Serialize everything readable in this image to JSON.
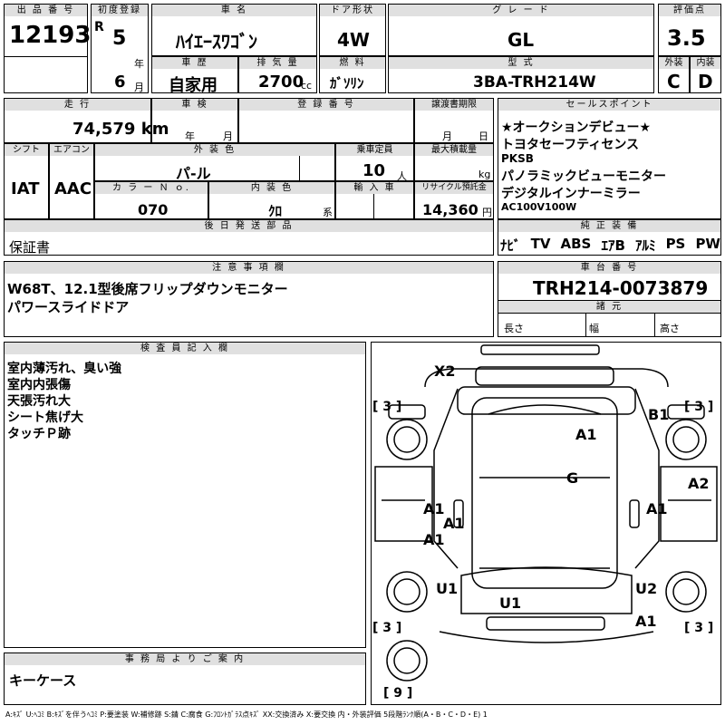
{
  "header": {
    "lot_label": "出 品 番 号",
    "lot_no": "12193",
    "reg_label": "初度登録",
    "reg_r": "R",
    "reg_year": "5",
    "year_unit": "年",
    "reg_month": "6",
    "month_unit": "月",
    "name_label": "車 名",
    "name": "ﾊｲｴｰｽﾜｺﾞﾝ",
    "door_label": "ドア形状",
    "door": "4W",
    "grade_label": "グ レ ー ド",
    "grade": "GL",
    "score_label": "評価点",
    "score": "3.5",
    "history_label": "車 歴",
    "history": "自家用",
    "disp_label": "排 気 量",
    "disp": "2700",
    "disp_unit": "cc",
    "fuel_label": "燃 料",
    "fuel": "ｶﾞｿﾘﾝ",
    "model_label": "型 式",
    "model": "3BA-TRH214W",
    "ext_label": "外装",
    "ext": "C",
    "int_label": "内装",
    "int": "D"
  },
  "row2": {
    "mileage_label": "走 行",
    "mileage": "74,579 km",
    "inspect_label": "車 検",
    "inspect_year_unit": "年",
    "inspect_month_unit": "月",
    "regno_label": "登 録 番 号",
    "transfer_label": "譲渡書期限",
    "transfer_month_unit": "月",
    "transfer_day_unit": "日",
    "shift_label": "シフト",
    "shift": "IAT",
    "ac_label": "エアコン",
    "ac": "AAC",
    "color_label": "外 装 色",
    "color": "パ-ル",
    "cap_label": "乗車定員",
    "cap": "10",
    "cap_unit": "人",
    "load_label": "最大積載量",
    "load_unit": "kg",
    "colorno_label": "カ ラ ー Ｎ ｏ.",
    "colorno": "070",
    "intcolor_label": "内 装 色",
    "intcolor": "ｸﾛ",
    "intcolor_unit": "系",
    "import_label": "輸 入 車",
    "recycle_label": "リサイクル預託金",
    "recycle": "14,360",
    "recycle_unit": "円",
    "later_label": "後 日 発 送 部 品",
    "later": "保証書"
  },
  "sales": {
    "label": "セールスポイント",
    "lines": [
      "★オークションデビュー★",
      "トヨタセーフティセンス",
      "PKSB",
      "パノラミックビューモニター",
      "デジタルインナーミラー",
      "AC100V100W"
    ]
  },
  "equipment": {
    "label": "純 正 装 備",
    "items": [
      "ﾅﾋﾞ",
      "TV",
      "ABS",
      "ｴｱB",
      "ｱﾙﾐ",
      "PS",
      "PW"
    ]
  },
  "notes": {
    "label": "注 意 事 項 欄",
    "lines": [
      "W68T、12.1型後席フリップダウンモニター",
      "パワースライドドア"
    ]
  },
  "chassis": {
    "label": "車 台 番 号",
    "value": "TRH214-0073879",
    "spec_label": "諸 元",
    "len": "長さ",
    "wid": "幅",
    "hei": "高さ"
  },
  "inspector": {
    "label": "検 査 員 記 入 欄",
    "lines": [
      "室内薄汚れ、臭い強",
      "室内内張傷",
      "天張汚れ大",
      "シート焦げ大",
      "タッチＰ跡"
    ]
  },
  "office": {
    "label": "事 務 局 よ り ご 案 内",
    "text": "キーケース"
  },
  "diagram": {
    "tire_tl": "[ 3 ]",
    "tire_tr": "[ 3 ]",
    "tire_bl": "[ 3 ]",
    "tire_br": "[ 3 ]",
    "spare": "[ 9 ]",
    "marks": [
      "X2",
      "B1",
      "A1",
      "G",
      "A2",
      "A1",
      "A1",
      "A1",
      "A1",
      "U1",
      "U1",
      "U2",
      "A1"
    ]
  },
  "legend": "A:ｷｽﾞ U:ﾍｺﾐ B:ｷｽﾞを伴うﾍｺﾐ P:要塗装 W:補修跡 S:錆 C:腐食 G:ﾌﾛﾝﾄｶﾞﾗｽ点ｷｽﾞ XX:交換済み X:要交換  内・外装評価  5段階ﾗﾝｸ順(A・B・C・D・E) 1"
}
